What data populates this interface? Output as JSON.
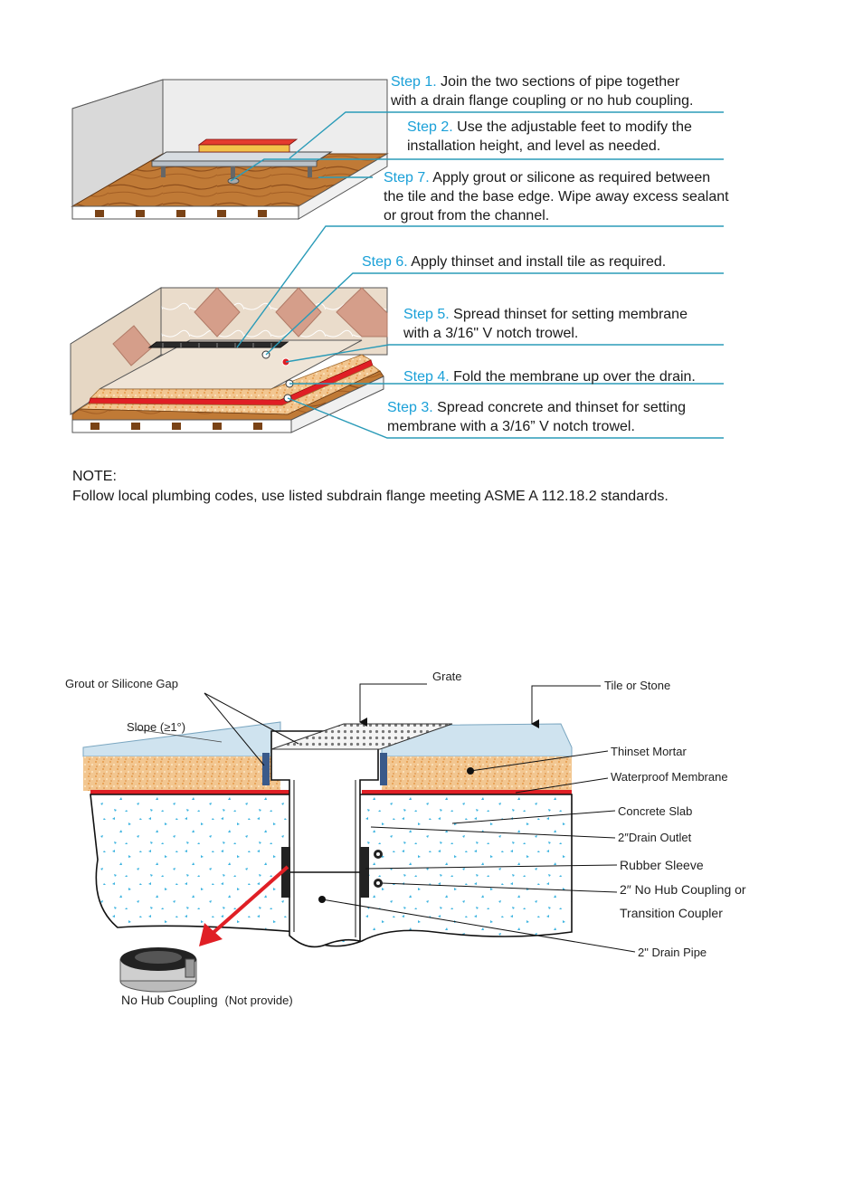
{
  "steps": {
    "s1": {
      "key": "Step 1.",
      "l1": "Join the two sections of pipe together",
      "l2": "with a drain flange coupling or no hub coupling."
    },
    "s2": {
      "key": "Step 2.",
      "l1": "Use the adjustable feet to modify the",
      "l2": "installation height, and level as needed."
    },
    "s7": {
      "key": "Step 7.",
      "l1": "Apply grout or silicone as required between",
      "l2": "the tile and the base edge. Wipe away excess sealant",
      "l3": "or grout from the channel."
    },
    "s6": {
      "key": "Step 6.",
      "l1": "Apply thinset and install tile as required."
    },
    "s5": {
      "key": "Step 5.",
      "l1": "Spread thinset for setting membrane",
      "l2": "with a 3/16\" V notch trowel."
    },
    "s4": {
      "key": "Step 4.",
      "l1": "Fold the membrane up over the drain."
    },
    "s3": {
      "key": "Step 3.",
      "l1": "Spread concrete and  thinset for setting",
      "l2": "membrane with a 3/16” V notch trowel."
    }
  },
  "note": {
    "title": "NOTE:",
    "text": "Follow local plumbing codes, use listed subdrain flange meeting ASME A 112.18.2 standards."
  },
  "section": {
    "grout_gap": "Grout or Silicone Gap",
    "grate": "Grate",
    "tile": "Tile or Stone",
    "slope": "Slope (≥1°)",
    "thinset": "Thinset Mortar",
    "membrane": "Waterproof Membrane",
    "slab": "Concrete Slab",
    "outlet": "2″Drain Outlet",
    "sleeve": "Rubber Sleeve",
    "coupling_l1": "2″ No Hub Coupling or",
    "coupling_l2": "Transition Coupler",
    "pipe": "2\" Drain Pipe",
    "nohub": "No Hub Coupling",
    "nohub_note": "(Not provide)"
  },
  "colors": {
    "accent": "#1aa0d8",
    "leader": "#2a9bb8",
    "membrane": "#e01f25",
    "wood": "#b87433",
    "tile": "#cfe3ef",
    "mortar": "#f0c48a"
  }
}
